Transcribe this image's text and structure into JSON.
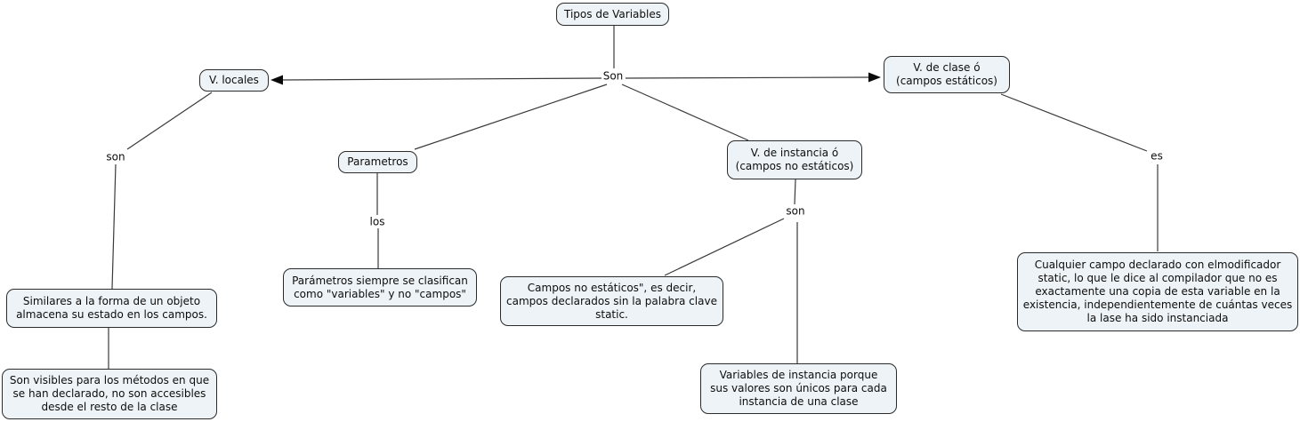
{
  "diagram": {
    "nodes": {
      "tipos_de_variables": {
        "label": "Tipos de Variables"
      },
      "v_locales": {
        "label": "V. locales"
      },
      "parametros": {
        "label": "Parametros"
      },
      "v_de_clase": {
        "label": "V. de clase ó\n(campos estáticos)"
      },
      "v_de_instancia": {
        "label": "V. de instancia ó\n(campos no estáticos)"
      },
      "similares": {
        "label": "Similares a la forma de un objeto\nalmacena su estado en los campos."
      },
      "son_visibles": {
        "label": "Son visibles para los métodos en que\nse han declarado, no son accesibles\ndesde el resto de la clase"
      },
      "parametros_clasifican": {
        "label": "Parámetros siempre se clasifican\ncomo \"variables\" y no \"campos\""
      },
      "campos_no_estaticos": {
        "label": "Campos no estáticos\", es decir,\ncampos declarados sin la palabra clave\nstatic."
      },
      "variables_de_instancia": {
        "label": "Variables de instancia porque\nsus valores son únicos para cada\ninstancia de una clase"
      },
      "cualquier_campo": {
        "label": "Cualquier campo declarado con elmodificador\nstatic, lo que le dice al compilador que no es\nexactamente una copia de esta variable en la\nexistencia, independientemente de cuántas veces\nla lase ha sido instanciada"
      }
    },
    "link_labels": {
      "son_root": "Son",
      "son_locales": "son",
      "los_parametros": "los",
      "son_instancia": "son",
      "es_clase": "es"
    },
    "colors": {
      "node_fill": "#edf3f7",
      "node_border": "#2b2b2b",
      "line": "#3a3a3a",
      "background": "#ffffff",
      "text": "#0d0d0d"
    }
  }
}
